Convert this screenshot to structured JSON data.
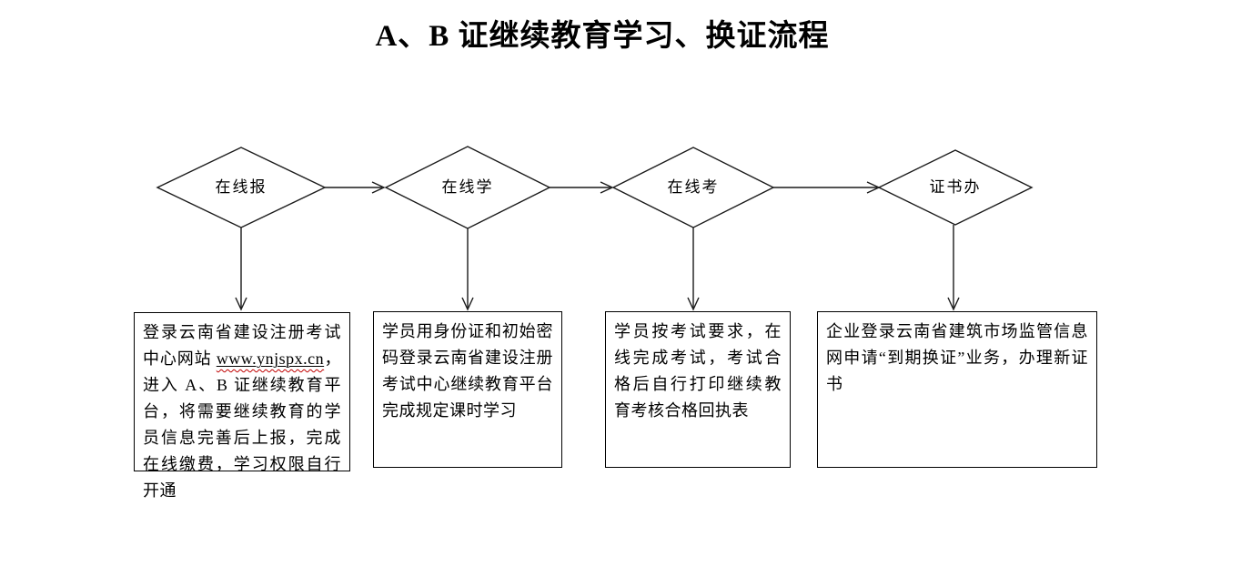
{
  "title": "A、B 证继续教育学习、换证流程",
  "flow": {
    "stages": [
      {
        "label": "在线报",
        "desc_before_url": "登录云南省建设注册考试中心网站 ",
        "url": "www.ynjspx.cn",
        "desc_after_url": "，进入 A、B 证继续教育平台，将需要继续教育的学员信息完善后上报，完成在线缴费，学习权限自行开通"
      },
      {
        "label": "在线学",
        "description": "学员用身份证和初始密码登录云南省建设注册考试中心继续教育平台完成规定课时学习"
      },
      {
        "label": "在线考",
        "description": "学员按考试要求，在线完成考试，考试合格后自行打印继续教育考核合格回执表"
      },
      {
        "label": "证书办",
        "description": "企业登录云南省建筑市场监管信息网申请“到期换证”业务，办理新证书"
      }
    ]
  },
  "colors": {
    "background": "#ffffff",
    "text": "#000000",
    "line": "#1a1a1a",
    "spellcheck_wavy": "#c00000"
  }
}
